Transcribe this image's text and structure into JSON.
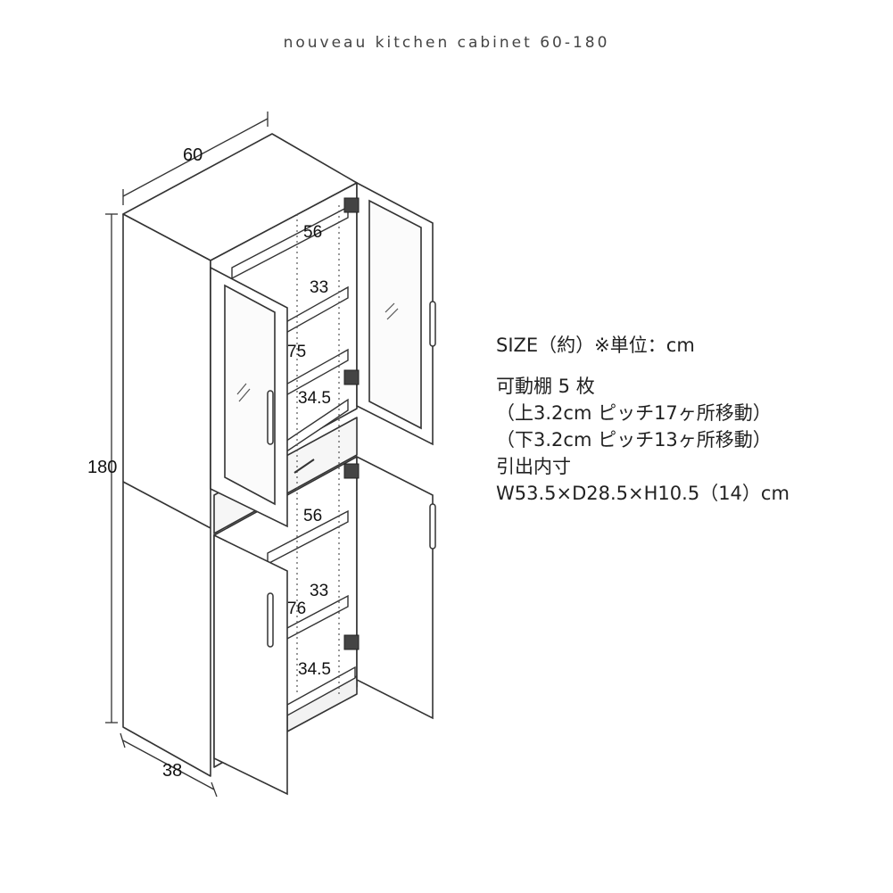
{
  "title": "nouveau kitchen cabinet 60-180",
  "dimensions": {
    "width": "60",
    "height": "180",
    "depth": "38",
    "upper_top_gap": "56",
    "upper_shelf_gap": "33",
    "upper_total": "75",
    "upper_bottom_gap": "34.5",
    "lower_top_gap": "56",
    "lower_shelf_gap": "33",
    "lower_total": "76",
    "lower_bottom_gap": "34.5"
  },
  "specs": {
    "size_line": "SIZE（約）※単位：cm",
    "shelves": "可動棚 5 枚",
    "upper_pitch": "（上3.2cm ピッチ17ヶ所移動）",
    "lower_pitch": "（下3.2cm ピッチ13ヶ所移動）",
    "drawer_label": "引出内寸",
    "drawer_size": "W53.5×D28.5×H10.5（14）cm"
  }
}
